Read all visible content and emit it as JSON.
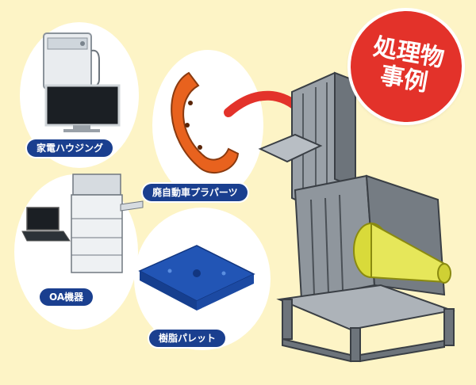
{
  "badge": {
    "line1": "処理物",
    "line2": "事例"
  },
  "labels": {
    "home_appliance": "家電ハウジング",
    "auto_plastic": "廃自動車プラパーツ",
    "oa": "OA機器",
    "pallet": "樹脂パレット"
  },
  "colors": {
    "background": "#fdf4c6",
    "label_bg": "#1a3f8f",
    "badge": "#e3322a",
    "arrow": "#e3322a",
    "bumper": "#e8621e",
    "pallet": "#2255b5",
    "machine": "#7a7f86",
    "rotor": "#d9da3a"
  }
}
